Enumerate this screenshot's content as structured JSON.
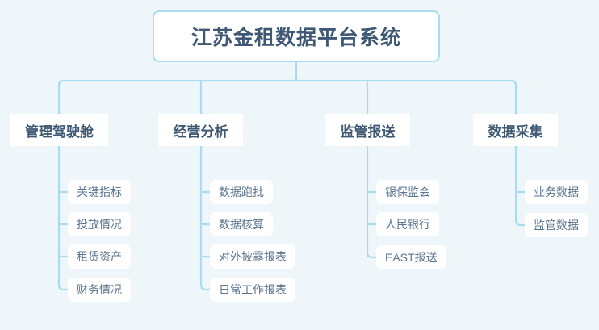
{
  "diagram": {
    "title": "江苏金租数据平台系统",
    "background_color": "#eef6fa",
    "connector_color": "#a8dcf0",
    "node_fill": "#ffffff",
    "root_text_color": "#3f5874",
    "leaf_text_color": "#5b7590",
    "root": {
      "label": "江苏金租数据平台系统"
    },
    "branches": [
      {
        "label": "管理驾驶舱",
        "children": [
          {
            "label": "关键指标"
          },
          {
            "label": "投放情况"
          },
          {
            "label": "租赁资产"
          },
          {
            "label": "财务情况"
          }
        ]
      },
      {
        "label": "经营分析",
        "children": [
          {
            "label": "数据跑批"
          },
          {
            "label": "数据核算"
          },
          {
            "label": "对外披露报表"
          },
          {
            "label": "日常工作报表"
          }
        ]
      },
      {
        "label": "监管报送",
        "children": [
          {
            "label": "银保监会"
          },
          {
            "label": "人民银行"
          },
          {
            "label": "EAST报送"
          }
        ]
      },
      {
        "label": "数据采集",
        "children": [
          {
            "label": "业务数据"
          },
          {
            "label": "监管数据"
          }
        ]
      }
    ]
  }
}
